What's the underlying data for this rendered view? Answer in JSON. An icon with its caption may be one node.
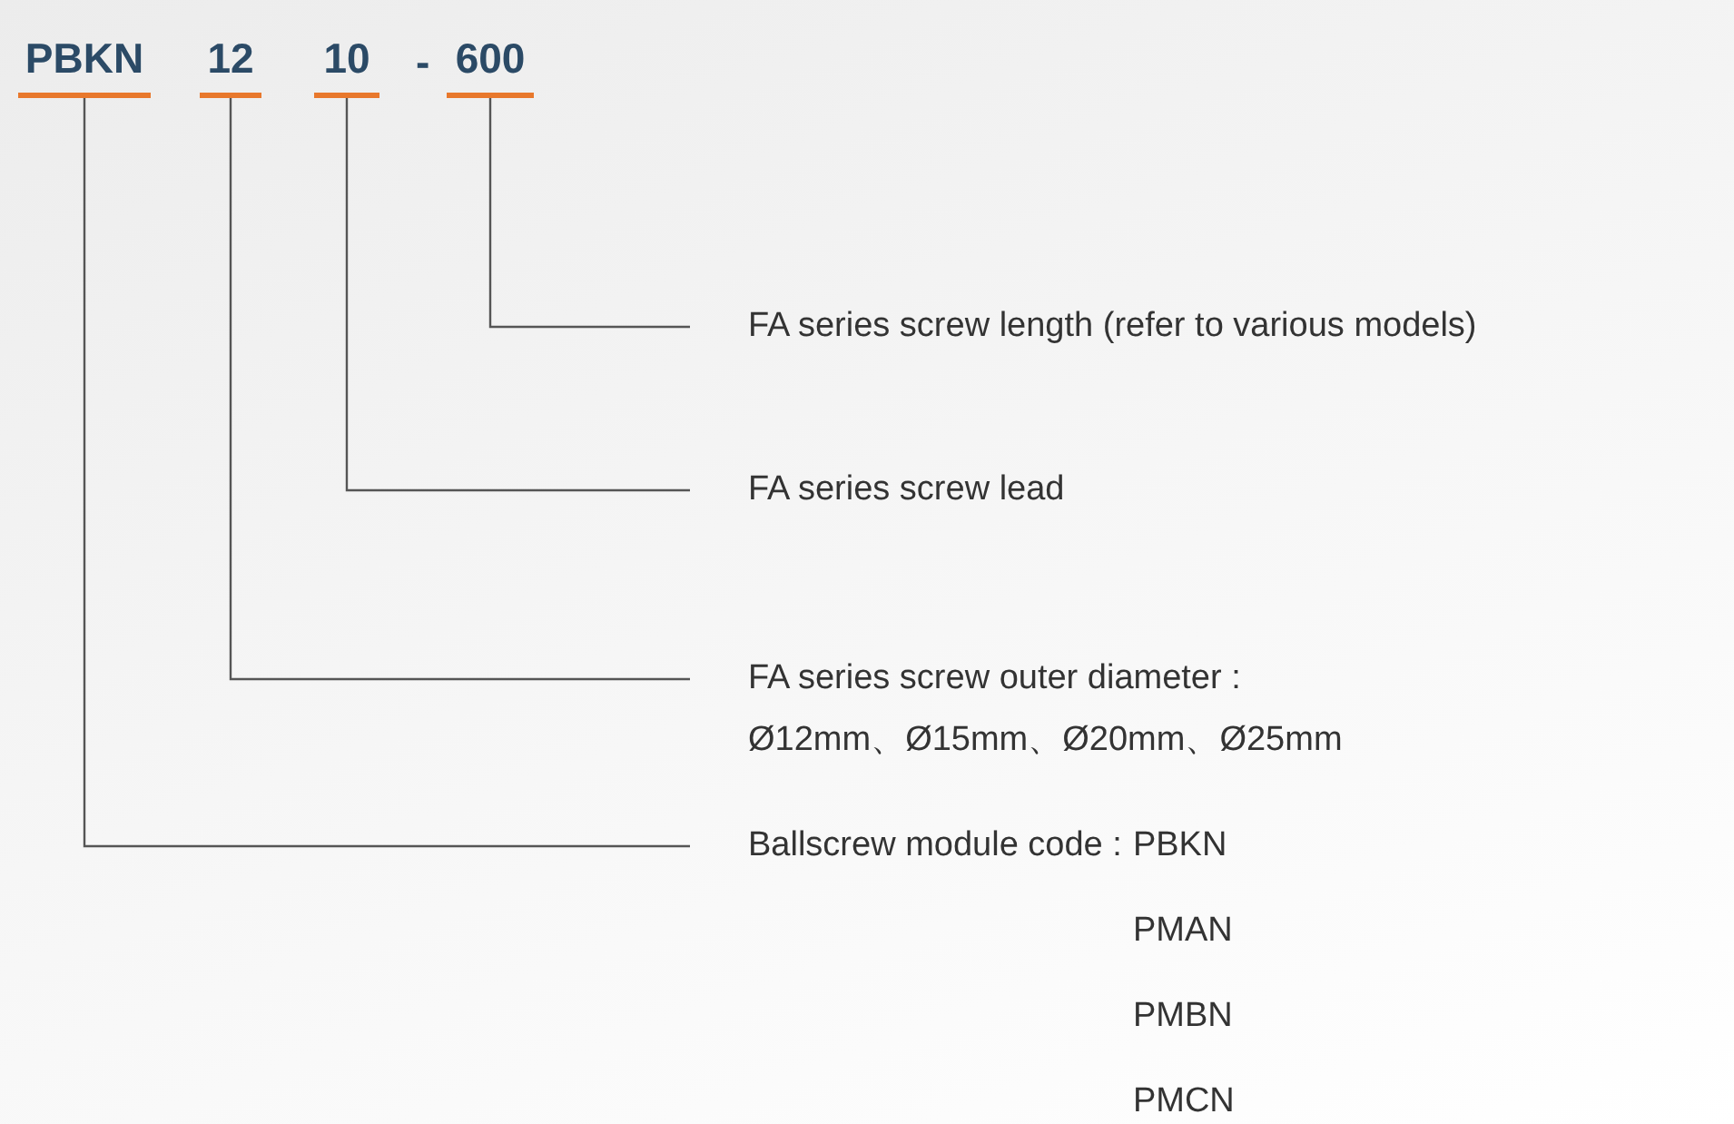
{
  "diagram": {
    "nodes": [
      {
        "text": [
          "PBKN"
        ]
      },
      {
        "text": [
          "12"
        ]
      },
      {
        "text": [
          "10"
        ]
      },
      {
        "text": [
          "600"
        ]
      },
      {
        "text": [
          "FA series screw length (refer to various models)"
        ]
      },
      {
        "text": [
          "FA series screw lead"
        ]
      },
      {
        "text": [
          "FA series screw outer diameter :",
          "Ø12mm、Ø15mm、Ø20mm、Ø25mm"
        ]
      },
      {
        "text": [
          "Ballscrew module code :",
          "PBKN",
          "PMAN",
          "PMBN",
          "PMCN"
        ]
      }
    ],
    "edges": [
      {
        "from": 3,
        "to": 4,
        "arrow": "none"
      },
      {
        "from": 2,
        "to": 5,
        "arrow": "none"
      },
      {
        "from": 1,
        "to": 6,
        "arrow": "none"
      },
      {
        "from": 0,
        "to": 7,
        "arrow": "none"
      }
    ],
    "labels": [
      "-"
    ]
  }
}
